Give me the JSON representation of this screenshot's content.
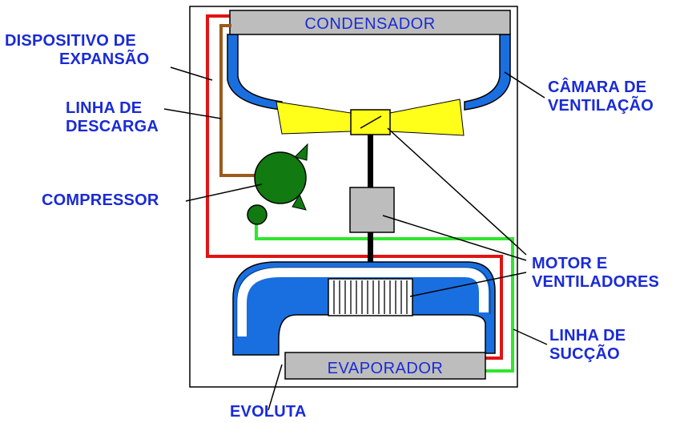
{
  "components": {
    "condenser": "CONDENSADOR",
    "evaporator": "EVAPORADOR"
  },
  "labels": {
    "expansion_device": [
      "DISPOSITIVO DE",
      "EXPANSÃO"
    ],
    "discharge_line": [
      "LINHA DE",
      "DESCARGA"
    ],
    "compressor": "COMPRESSOR",
    "ventilation_chamber": [
      "CÂMARA DE",
      "VENTILAÇÃO"
    ],
    "motor_fans": [
      "MOTOR E",
      "VENTILADORES"
    ],
    "suction_line": [
      "LINHA DE",
      "SUCÇÃO"
    ],
    "volute": "EVOLUTA"
  },
  "colors": {
    "label_text": "#1a2bd6",
    "duct_blue": "#1a6fe0",
    "condenser_gray": "#bdbdbd",
    "fan_yellow": "#ffff1a",
    "compressor_green": "#117a11",
    "liquid_line_red": "#e01414",
    "discharge_line_brown": "#9a5a1c",
    "suction_line_green": "#2ee62e"
  }
}
